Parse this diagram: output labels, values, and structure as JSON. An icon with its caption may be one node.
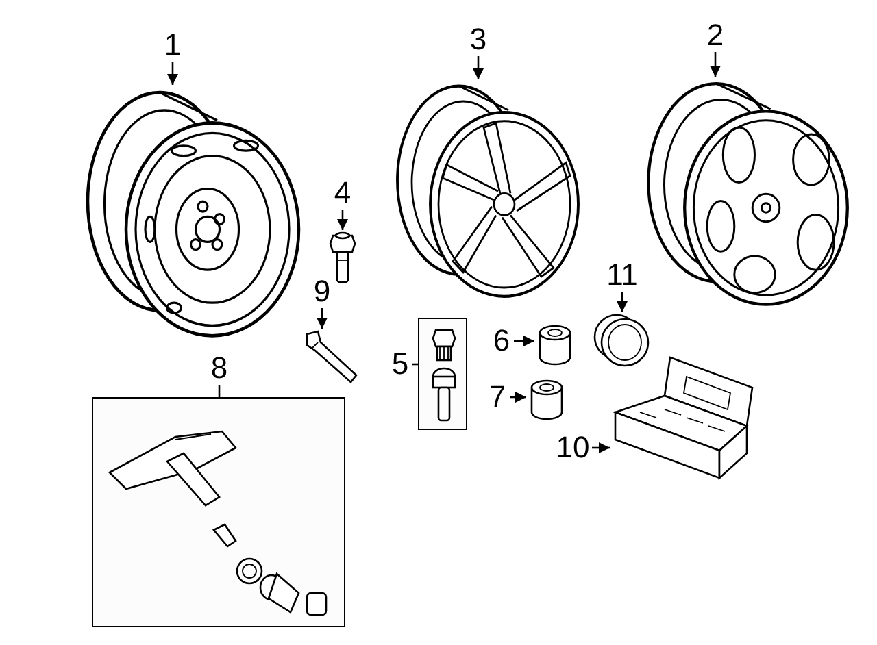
{
  "diagram": {
    "nodes": [
      {
        "text": [
          "1"
        ]
      },
      {
        "text": [],
        "shape": "picture"
      },
      {
        "text": [
          "3"
        ]
      },
      {
        "text": [],
        "shape": "picture"
      },
      {
        "text": [
          "2"
        ]
      },
      {
        "text": [],
        "shape": "picture"
      },
      {
        "text": [
          "4"
        ]
      },
      {
        "text": [],
        "shape": "picture"
      },
      {
        "text": [
          "9"
        ]
      },
      {
        "text": [],
        "shape": "picture"
      },
      {
        "text": [
          "11"
        ]
      },
      {
        "text": [],
        "shape": "picture"
      },
      {
        "text": [
          "5"
        ]
      },
      {
        "text": [],
        "shape": "box"
      },
      {
        "text": [],
        "shape": "picture",
        "in": 13
      },
      {
        "text": [
          "6"
        ]
      },
      {
        "text": [],
        "shape": "cylinder"
      },
      {
        "text": [
          "8"
        ]
      },
      {
        "text": [],
        "shape": "box"
      },
      {
        "text": [],
        "shape": "picture",
        "in": 18
      },
      {
        "text": [
          "7"
        ]
      },
      {
        "text": [],
        "shape": "cylinder"
      },
      {
        "text": [
          "10"
        ]
      },
      {
        "text": [],
        "shape": "picture"
      }
    ],
    "edges": [
      {
        "from": 0,
        "to": 1,
        "arrow": "to"
      },
      {
        "from": 2,
        "to": 3,
        "arrow": "to"
      },
      {
        "from": 4,
        "to": 5,
        "arrow": "to"
      },
      {
        "from": 6,
        "to": 7,
        "arrow": "to"
      },
      {
        "from": 8,
        "to": 9,
        "arrow": "to"
      },
      {
        "from": 10,
        "to": 11,
        "arrow": "to"
      },
      {
        "from": 12,
        "to": 13,
        "arrow": "none"
      },
      {
        "from": 15,
        "to": 16,
        "arrow": "to"
      },
      {
        "from": 17,
        "to": 18,
        "arrow": "none"
      },
      {
        "from": 20,
        "to": 21,
        "arrow": "to"
      },
      {
        "from": 22,
        "to": 23,
        "arrow": "to"
      }
    ]
  }
}
